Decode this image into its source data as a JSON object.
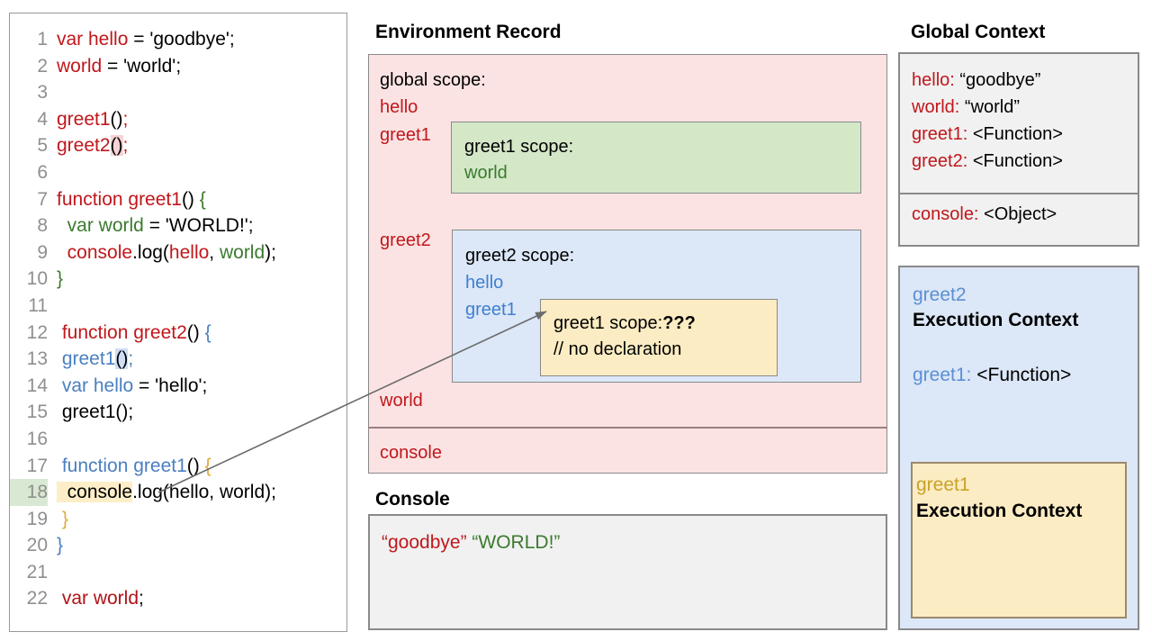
{
  "code_panel": {
    "lines": [
      {
        "n": "1",
        "tokens": [
          {
            "t": "var hello",
            "c": "red"
          },
          {
            "t": " = 'goodbye';",
            "c": "black"
          }
        ]
      },
      {
        "n": "2",
        "tokens": [
          {
            "t": "world",
            "c": "red"
          },
          {
            "t": " = 'world';",
            "c": "black"
          }
        ]
      },
      {
        "n": "3",
        "tokens": []
      },
      {
        "n": "4",
        "tokens": [
          {
            "t": "greet1",
            "c": "red"
          },
          {
            "t": "()",
            "c": "black"
          },
          {
            "t": ";",
            "c": "red"
          }
        ]
      },
      {
        "n": "5",
        "tokens": [
          {
            "t": "greet2",
            "c": "red"
          },
          {
            "t": "()",
            "c": "black",
            "hl": "pink"
          },
          {
            "t": ";",
            "c": "red"
          }
        ]
      },
      {
        "n": "6",
        "tokens": []
      },
      {
        "n": "7",
        "tokens": [
          {
            "t": "function greet1",
            "c": "red"
          },
          {
            "t": "() ",
            "c": "black"
          },
          {
            "t": "{",
            "c": "green"
          }
        ]
      },
      {
        "n": "8",
        "tokens": [
          {
            "t": "  var world",
            "c": "green"
          },
          {
            "t": " = 'WORLD!';",
            "c": "black"
          }
        ]
      },
      {
        "n": "9",
        "tokens": [
          {
            "t": "  console",
            "c": "red"
          },
          {
            "t": ".log(",
            "c": "black"
          },
          {
            "t": "hello",
            "c": "red"
          },
          {
            "t": ", ",
            "c": "black"
          },
          {
            "t": "world",
            "c": "green"
          },
          {
            "t": ");",
            "c": "black"
          }
        ]
      },
      {
        "n": "10",
        "tokens": [
          {
            "t": "}",
            "c": "green"
          }
        ]
      },
      {
        "n": "11",
        "tokens": []
      },
      {
        "n": "12",
        "tokens": [
          {
            "t": " function greet2",
            "c": "red"
          },
          {
            "t": "() ",
            "c": "black"
          },
          {
            "t": "{",
            "c": "blue"
          }
        ]
      },
      {
        "n": "13",
        "tokens": [
          {
            "t": " greet1",
            "c": "blue"
          },
          {
            "t": "()",
            "c": "black",
            "hl": "blue"
          },
          {
            "t": ";",
            "c": "blue"
          }
        ]
      },
      {
        "n": "14",
        "tokens": [
          {
            "t": " var hello",
            "c": "blue"
          },
          {
            "t": " = 'hello';",
            "c": "black"
          }
        ]
      },
      {
        "n": "15",
        "tokens": [
          {
            "t": " greet1();",
            "c": "black"
          }
        ]
      },
      {
        "n": "16",
        "tokens": []
      },
      {
        "n": "17",
        "tokens": [
          {
            "t": " function greet1",
            "c": "blue"
          },
          {
            "t": "() ",
            "c": "black"
          },
          {
            "t": "{",
            "c": "gold"
          }
        ]
      },
      {
        "n": "18",
        "hl_ln": true,
        "tokens": [
          {
            "t": "  console",
            "c": "black",
            "hl": "cream"
          },
          {
            "t": ".log(hello, world);",
            "c": "black"
          }
        ]
      },
      {
        "n": "19",
        "tokens": [
          {
            "t": " }",
            "c": "gold"
          }
        ]
      },
      {
        "n": "20",
        "tokens": [
          {
            "t": "}",
            "c": "blue"
          }
        ]
      },
      {
        "n": "21",
        "tokens": []
      },
      {
        "n": "22",
        "tokens": [
          {
            "t": " var world",
            "c": "dkred"
          },
          {
            "t": ";",
            "c": "black"
          }
        ]
      }
    ]
  },
  "environment_record": {
    "title": "Environment Record",
    "global_scope_label": "global scope:",
    "global_vars": [
      "hello",
      "greet1",
      "greet2",
      "world"
    ],
    "console_entry": "console",
    "greet1_scope": {
      "head": "greet1 scope:",
      "vars": [
        "world"
      ]
    },
    "greet2_scope": {
      "head": "greet2 scope:",
      "vars": [
        "hello",
        "greet1"
      ]
    },
    "greet1_inner_scope": {
      "head": "greet1 scope:",
      "value": "???",
      "note": "// no declaration"
    }
  },
  "console_panel": {
    "title": "Console",
    "output_first": "“goodbye”",
    "output_second": "“WORLD!”"
  },
  "global_context": {
    "title": "Global Context",
    "rows": [
      {
        "key": "hello:",
        "val": " “goodbye”"
      },
      {
        "key": "world:",
        "val": " “world”"
      },
      {
        "key": "greet1:",
        "val": " <Function>"
      },
      {
        "key": "greet2:",
        "val": " <Function>"
      }
    ],
    "console_row": {
      "key": "console:",
      "val": " <Object>"
    }
  },
  "greet2_execution_context": {
    "name": "greet2",
    "title": "Execution Context",
    "row_key": "greet1:",
    "row_val": " <Function>"
  },
  "greet1_execution_context": {
    "name": "greet1",
    "title": "Execution Context"
  },
  "colors": {
    "red": "#c0171c",
    "green": "#3b7a2e",
    "blue": "#4a7fc1",
    "gold": "#c9a227",
    "pink_panel": "#fbe3e3",
    "green_panel": "#d4e8c8",
    "blue_panel": "#dce7f7",
    "yellow_panel": "#fcecc3",
    "grey_panel": "#f1f1f1"
  }
}
